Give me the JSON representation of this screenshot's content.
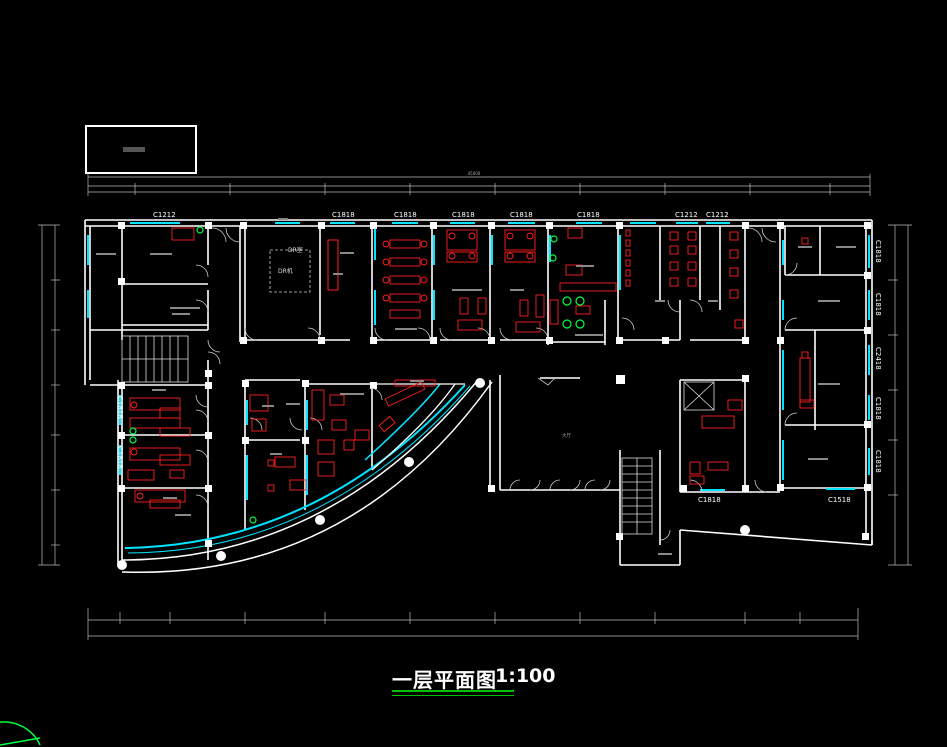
{
  "title": "一层平面图",
  "scale": "1:100",
  "labels": {
    "overall": "45000",
    "rooms": {
      "dr": "DR室",
      "dr_inner": "DR机",
      "hall": "大厅"
    }
  },
  "window_tags": [
    "C1212",
    "C1818",
    "C1818",
    "C1818",
    "C1818",
    "C1818",
    "C1212",
    "C1212",
    "C1818",
    "C1818",
    "C2418",
    "C1818",
    "C1818",
    "C1818",
    "C1518",
    "C1818",
    "C1818"
  ],
  "colors": {
    "wall": "#ffffff",
    "glass": "#00e5ff",
    "furniture": "#ff2020",
    "accent": "#00c000",
    "background": "#000000"
  }
}
